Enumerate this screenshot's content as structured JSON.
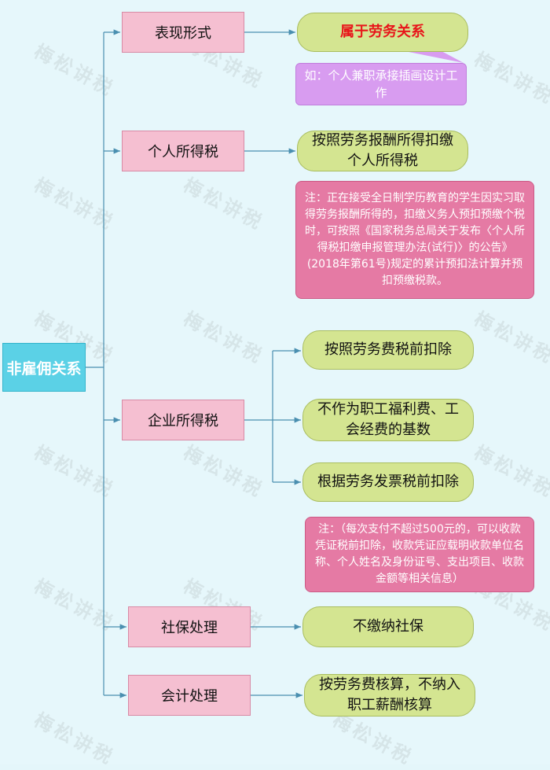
{
  "root": "非雇佣关系",
  "categories": {
    "form": "表现形式",
    "iit": "个人所得税",
    "cit": "企业所得税",
    "social": "社保处理",
    "accounting": "会计处理"
  },
  "form": {
    "result": "属于劳务关系",
    "example": "如：个人兼职承接插画设计工作"
  },
  "iit": {
    "result": "按照劳务报酬所得扣缴个人所得税",
    "note": "注：正在接受全日制学历教育的学生因实习取得劳务报酬所得的，扣缴义务人预扣预缴个税时，可按照《国家税务总局关于发布〈个人所得税扣缴申报管理办法(试行)〉的公告》(2018年第61号)规定的累计预扣法计算并预扣预缴税款。"
  },
  "cit": {
    "items": [
      "按照劳务费税前扣除",
      "不作为职工福利费、工会经费的基数",
      "根据劳务发票税前扣除"
    ],
    "note": "注：（每次支付不超过500元的，可以收款凭证税前扣除，收款凭证应载明收款单位名称、个人姓名及身份证号、支出项目、收款金额等相关信息）"
  },
  "social": {
    "result": "不缴纳社保"
  },
  "accounting": {
    "result": "按劳务费核算，不纳入职工薪酬核算"
  },
  "watermark": "梅松讲税",
  "colors": {
    "background": "#e6f7fb",
    "root": "#5bd1e6",
    "category": "#f5bfd1",
    "result": "#d4e591",
    "note": "#e57aa4",
    "example": "#d89cf0",
    "highlight": "#e8151a",
    "connector": "#4a8fb0"
  }
}
